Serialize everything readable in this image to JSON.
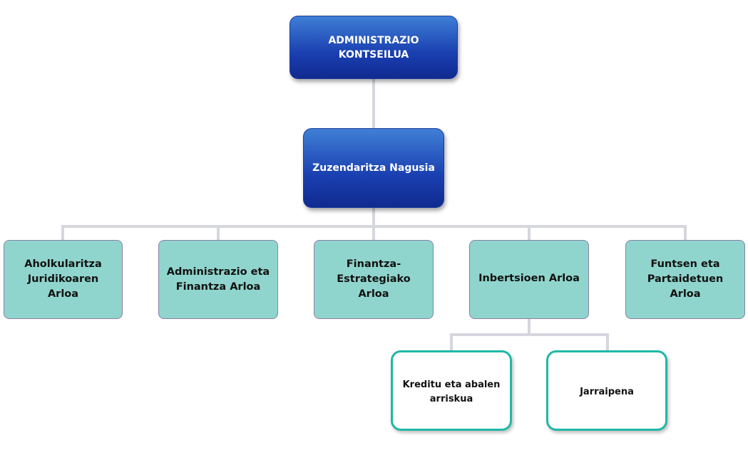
{
  "board": {
    "label": "ADMINISTRAZIO KONTSEILUA"
  },
  "management": {
    "label": "Zuzendaritza Nagusia"
  },
  "areas": [
    {
      "label": "Aholkularitza Juridikoaren Arloa"
    },
    {
      "label": "Administrazio eta Finantza Arloa"
    },
    {
      "label": "Finantza-Estrategiako Arloa"
    },
    {
      "label": "Inbertsioen Arloa"
    },
    {
      "label": "Funtsen eta Partaidetuen Arloa"
    }
  ],
  "sub_units": [
    {
      "label": "Kreditu eta abalen arriskua"
    },
    {
      "label": "Jarraipena"
    }
  ],
  "colors": {
    "blue": "#1a3fb0",
    "teal_fill": "#8fd5cd",
    "teal_border": "#1fb8a8",
    "connector": "#d6d6de"
  }
}
